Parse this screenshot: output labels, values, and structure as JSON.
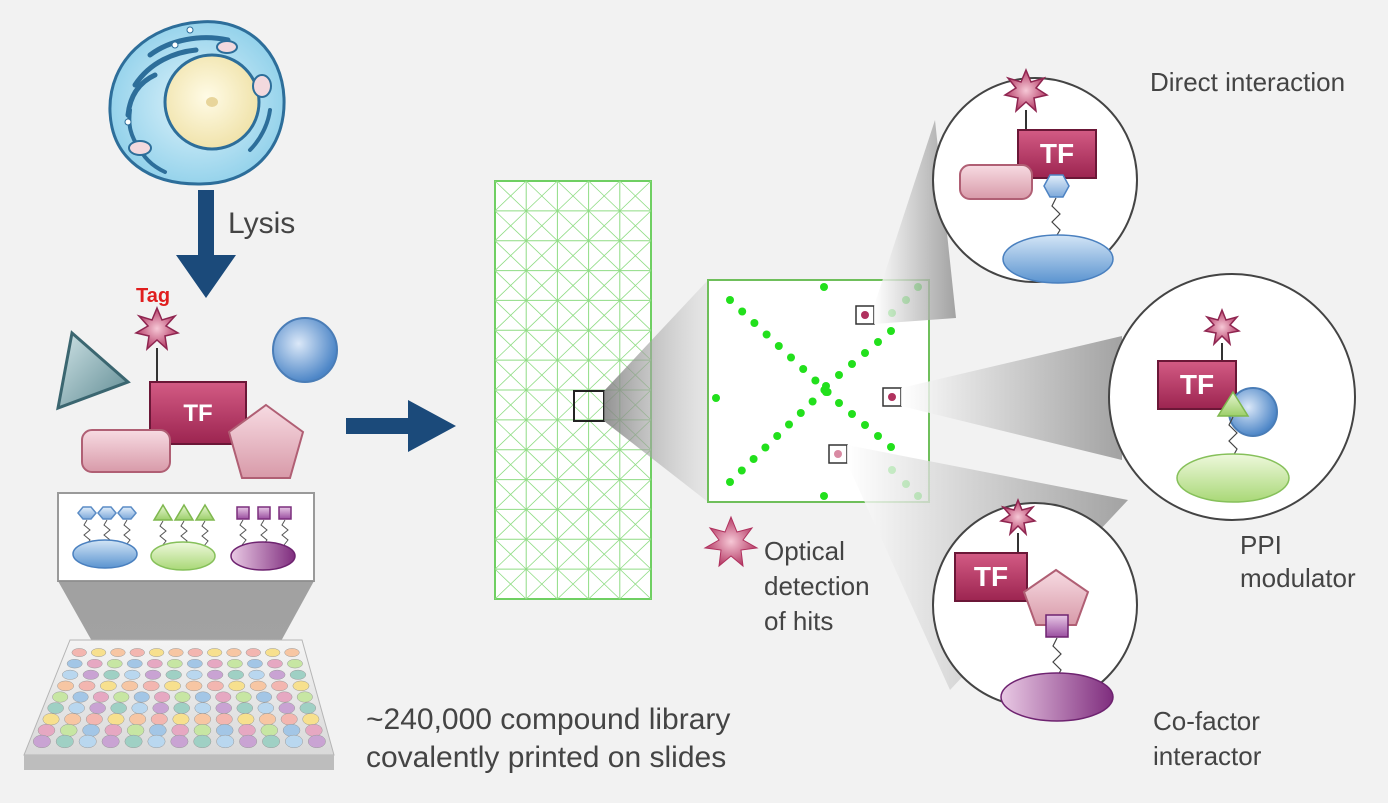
{
  "labels": {
    "lysis": "Lysis",
    "tag": "Tag",
    "tf": "TF",
    "library_line1": "~240,000 compound library",
    "library_line2": "covalently printed on slides",
    "optical_line1": "Optical",
    "optical_line2": "detection",
    "optical_line3": "of hits",
    "direct_interaction": "Direct interaction",
    "ppi_line1": "PPI",
    "ppi_line2": "modulator",
    "cofactor_line1": "Co-factor",
    "cofactor_line2": "interactor"
  },
  "colors": {
    "background": "#f2f2f2",
    "arrow": "#1b4a7a",
    "grid_green": "#74d86a",
    "spot_green": "#22e01c",
    "tf_magenta": "#b0315e",
    "tag_red": "#e01e1e",
    "text_gray": "#444444"
  }
}
